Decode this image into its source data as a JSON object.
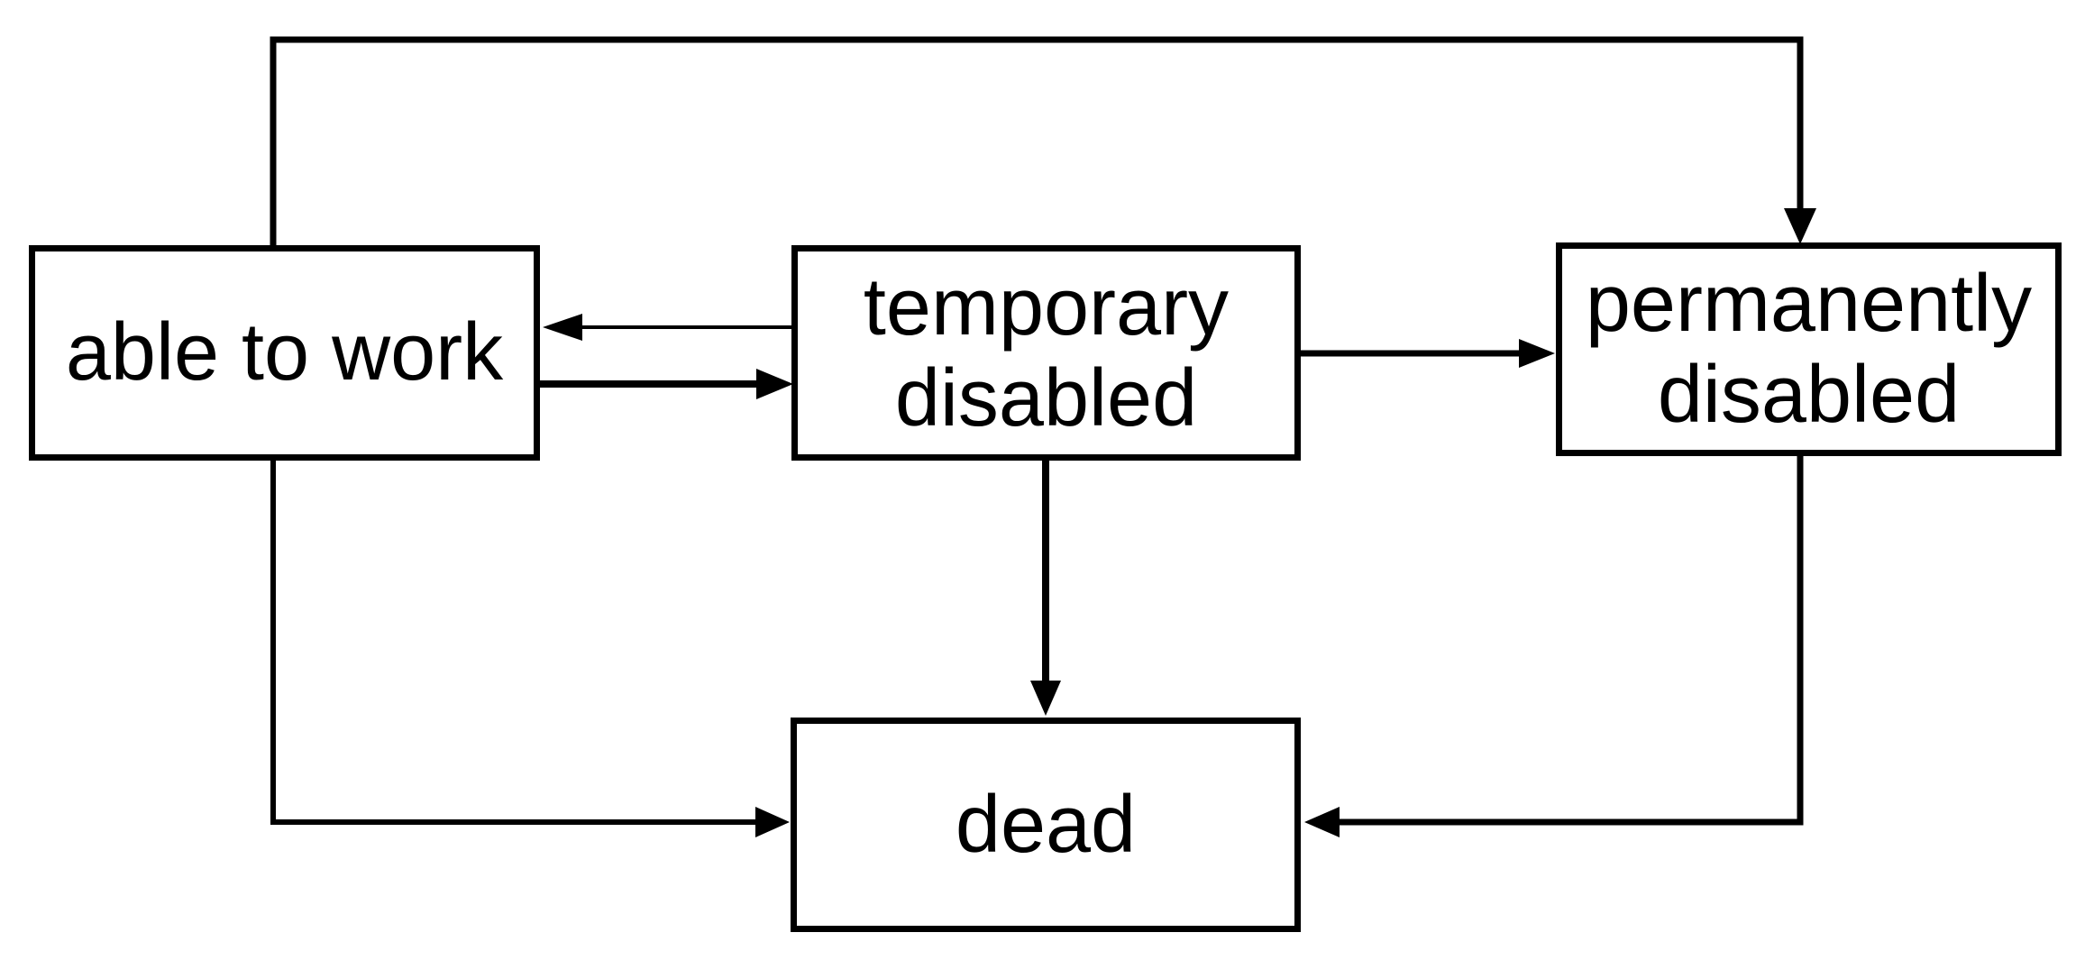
{
  "diagram": {
    "type": "state-transition-flowchart",
    "colors": {
      "line": "#000000",
      "background": "#ffffff",
      "box_fill": "#ffffff"
    },
    "nodes": [
      {
        "id": "able-to-work",
        "label": "able to work",
        "lines": [
          "able to work"
        ]
      },
      {
        "id": "temporary-disabled",
        "label": "temporary disabled",
        "lines": [
          "temporary",
          "disabled"
        ]
      },
      {
        "id": "permanently-disabled",
        "label": "permanently disabled",
        "lines": [
          "permanently",
          "disabled"
        ]
      },
      {
        "id": "dead",
        "label": "dead",
        "lines": [
          "dead"
        ]
      }
    ],
    "edges": [
      {
        "from": "able-to-work",
        "to": "permanently-disabled",
        "route": "top-loop",
        "weight": "thick"
      },
      {
        "from": "temporary-disabled",
        "to": "able-to-work",
        "route": "direct-horizontal",
        "weight": "thin"
      },
      {
        "from": "able-to-work",
        "to": "temporary-disabled",
        "route": "direct-horizontal",
        "weight": "thick"
      },
      {
        "from": "temporary-disabled",
        "to": "permanently-disabled",
        "route": "direct-horizontal",
        "weight": "thick"
      },
      {
        "from": "temporary-disabled",
        "to": "dead",
        "route": "direct-vertical",
        "weight": "thick"
      },
      {
        "from": "able-to-work",
        "to": "dead",
        "route": "down-then-right",
        "weight": "medium"
      },
      {
        "from": "permanently-disabled",
        "to": "dead",
        "route": "down-then-left",
        "weight": "thick"
      }
    ]
  }
}
